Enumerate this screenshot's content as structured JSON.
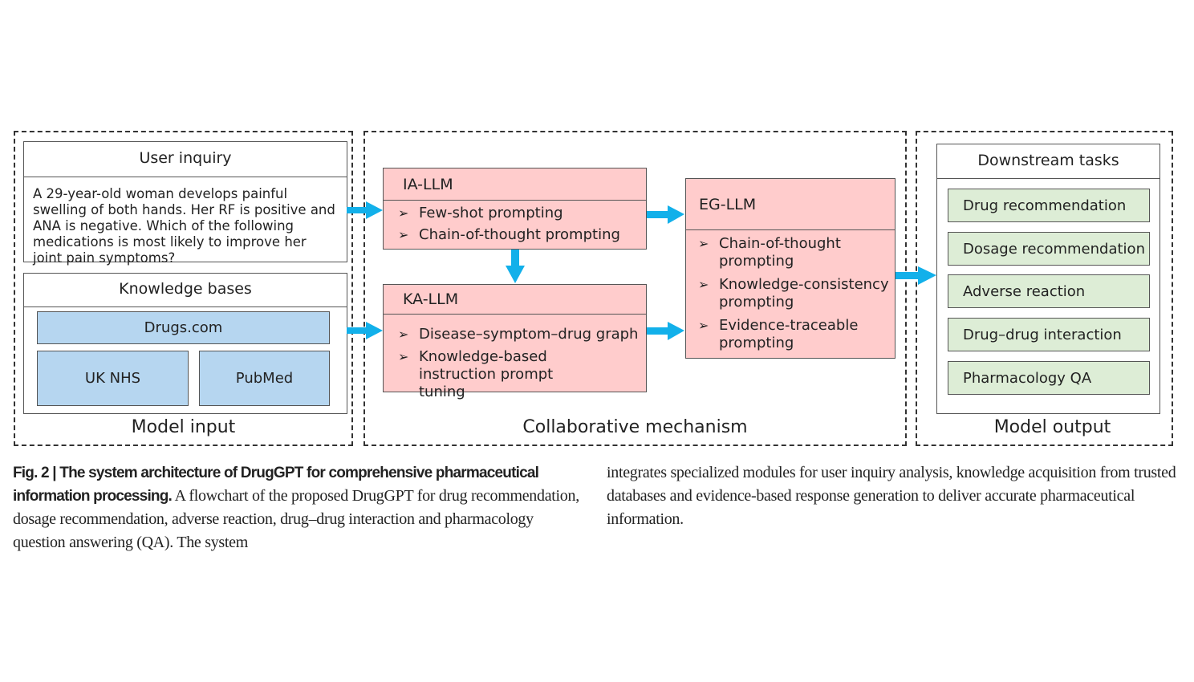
{
  "figure": {
    "sections": {
      "model_input": "Model input",
      "collaborative": "Collaborative mechanism",
      "model_output": "Model output"
    },
    "user_inquiry": {
      "title": "User inquiry",
      "text": "A 29-year-old woman develops painful swelling of both hands. Her RF is positive and ANA is negative. Which of the following medications is most likely to improve her joint pain symptoms?"
    },
    "knowledge_bases": {
      "title": "Knowledge bases",
      "items": [
        "Drugs.com",
        "UK NHS",
        "PubMed"
      ]
    },
    "ia_llm": {
      "title": "IA-LLM",
      "items": [
        "Few-shot prompting",
        "Chain-of-thought prompting"
      ]
    },
    "ka_llm": {
      "title": "KA-LLM",
      "items": [
        "Disease–symptom–drug graph",
        "Knowledge-based instruction prompt tuning"
      ]
    },
    "eg_llm": {
      "title": "EG-LLM",
      "items": [
        "Chain-of-thought prompting",
        "Knowledge-consistency prompting",
        "Evidence-traceable prompting"
      ]
    },
    "downstream": {
      "title": "Downstream tasks",
      "items": [
        "Drug recommendation",
        "Dosage recommendation",
        "Adverse reaction",
        "Drug–drug interaction",
        "Pharmacology QA"
      ]
    },
    "bullet_glyph": "➢",
    "colors": {
      "arrow": "#12b0ea",
      "llm_fill": "#ffcccc",
      "kb_fill": "#b6d6f0",
      "task_fill": "#ddedd6"
    }
  },
  "caption": {
    "label": "Fig. 2 | The system architecture of DrugGPT for comprehensive pharmaceutical information processing.",
    "body_col1": " A flowchart of the proposed DrugGPT for drug recommendation, dosage recommendation, adverse reaction, drug–drug interaction and pharmacology question answering (QA). The system",
    "body_col2": "integrates specialized modules for user inquiry analysis, knowledge acquisition from trusted databases and evidence-based response generation to deliver accurate pharmaceutical information."
  }
}
